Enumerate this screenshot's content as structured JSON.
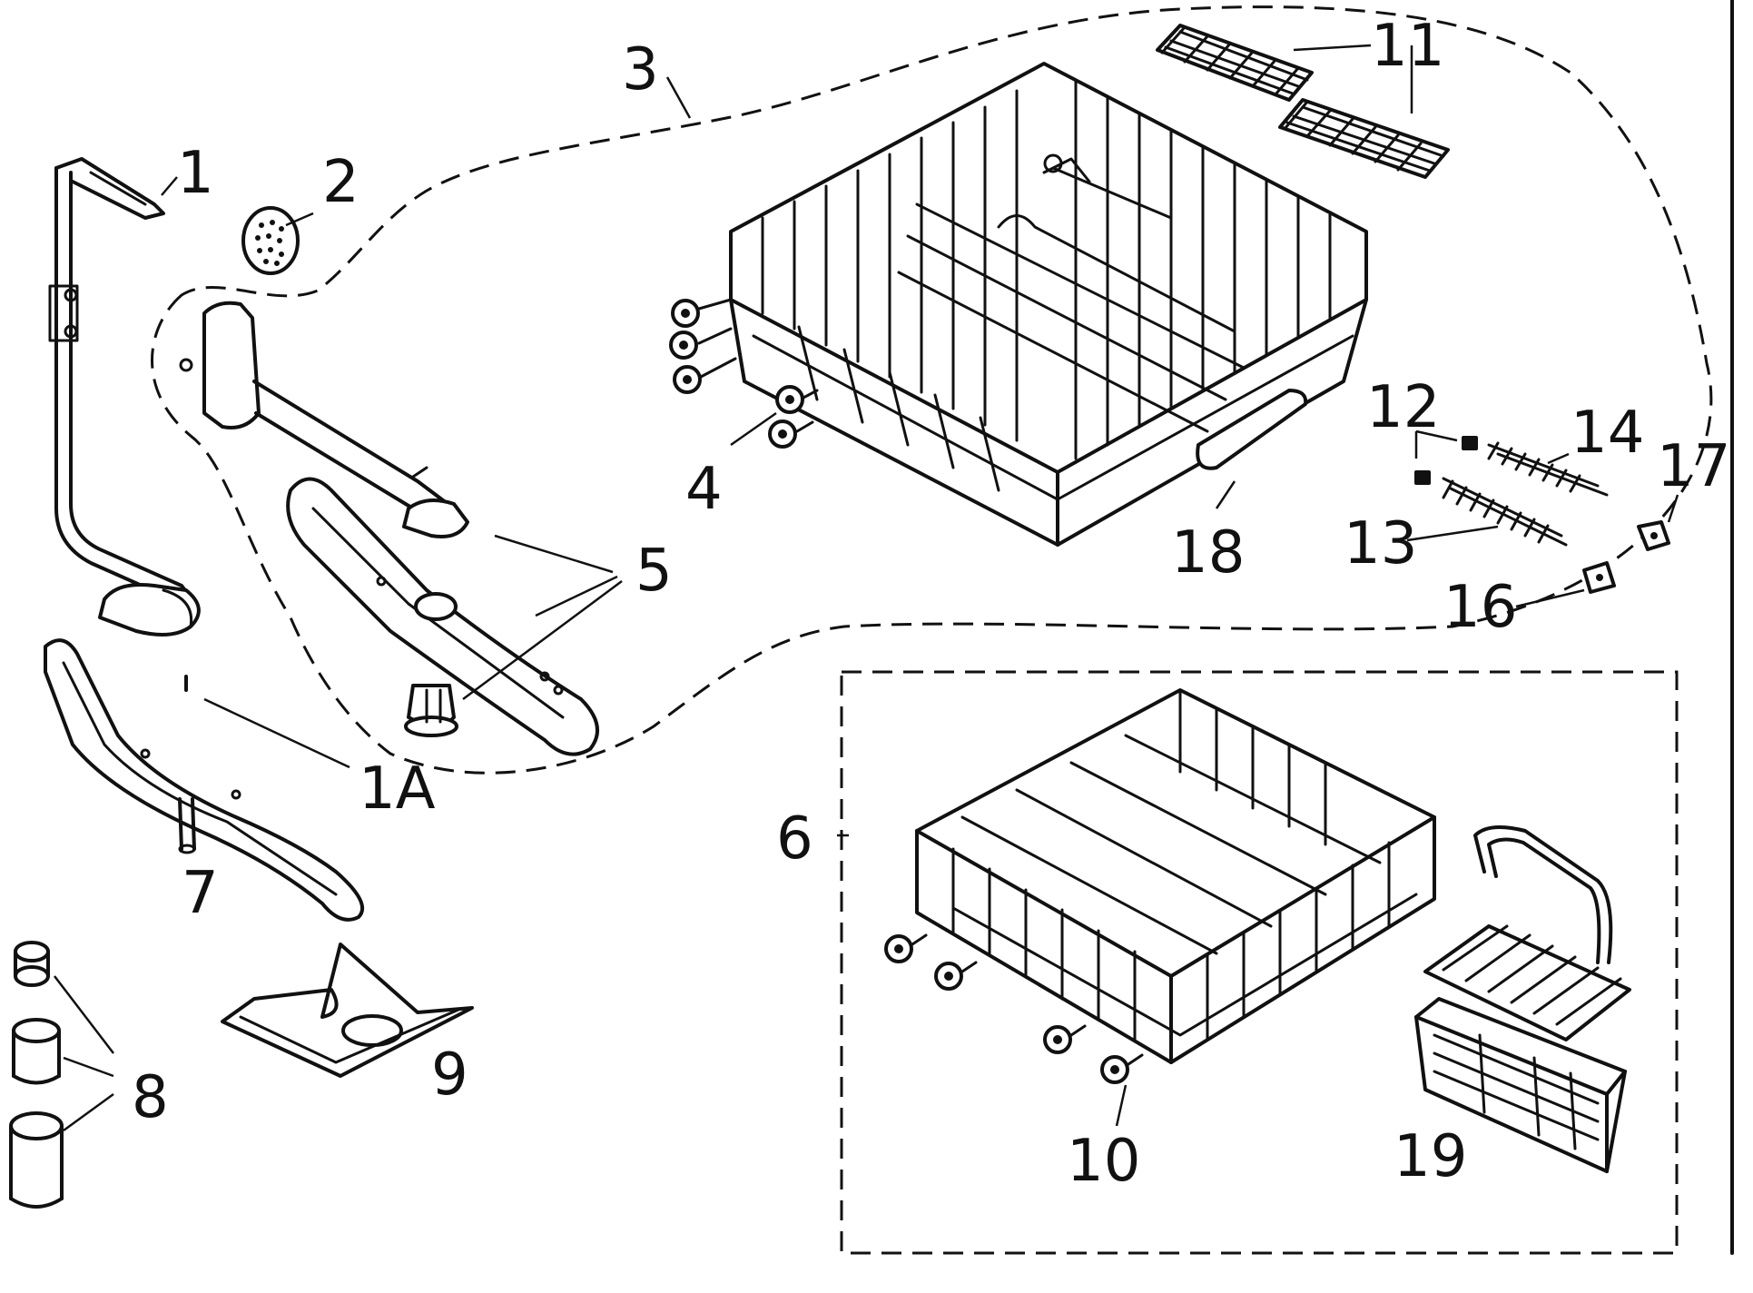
{
  "labels": {
    "p1": "1",
    "p1a": "1A",
    "p2": "2",
    "p3": "3",
    "p4": "4",
    "p5": "5",
    "p6": "6",
    "p7": "7",
    "p8": "8",
    "p9": "9",
    "p10": "10",
    "p11": "11",
    "p12": "12",
    "p13": "13",
    "p14": "14",
    "p16": "16",
    "p17": "17",
    "p18": "18",
    "p19": "19"
  },
  "colors": {
    "ink": "#111111",
    "paper": "#ffffff"
  }
}
